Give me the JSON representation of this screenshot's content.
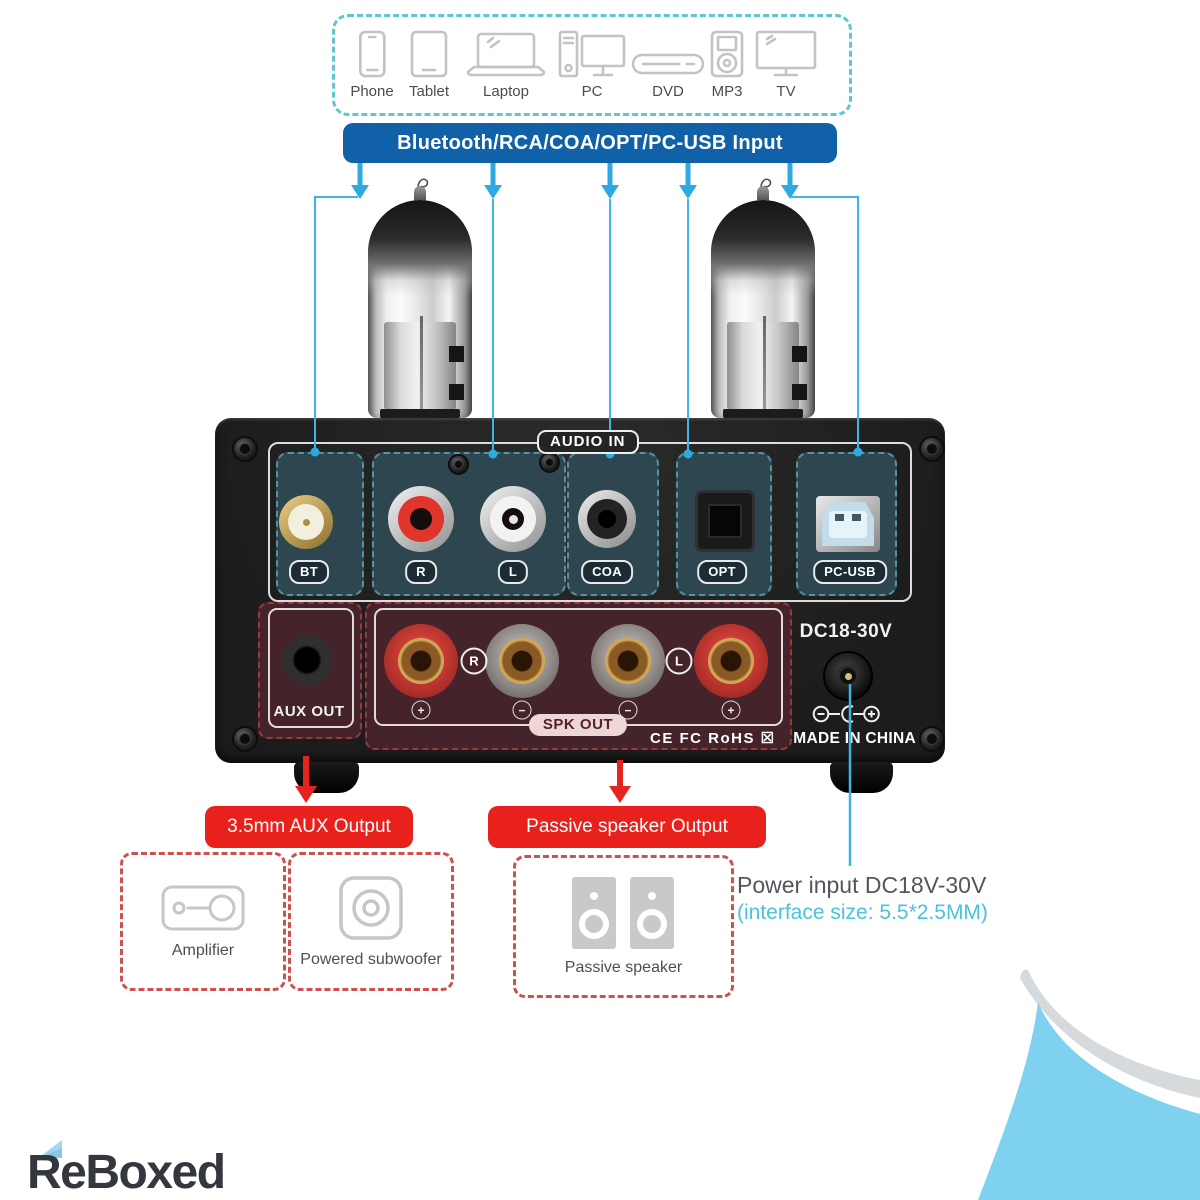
{
  "sources": {
    "devices": [
      {
        "icon": "phone-icon",
        "label": "Phone"
      },
      {
        "icon": "tablet-icon",
        "label": "Tablet"
      },
      {
        "icon": "laptop-icon",
        "label": "Laptop"
      },
      {
        "icon": "pc-icon",
        "label": "PC"
      },
      {
        "icon": "dvd-icon",
        "label": "DVD"
      },
      {
        "icon": "mp3-icon",
        "label": "MP3"
      },
      {
        "icon": "tv-icon",
        "label": "TV"
      }
    ]
  },
  "banner": {
    "label": "Bluetooth/RCA/COA/OPT/PC-USB Input"
  },
  "rear_panel": {
    "audio_in_label": "AUDIO IN",
    "inputs": [
      {
        "id": "bt",
        "label": "BT"
      },
      {
        "id": "rca-right",
        "label": "R"
      },
      {
        "id": "rca-left",
        "label": "L"
      },
      {
        "id": "coaxial",
        "label": "COA"
      },
      {
        "id": "optical",
        "label": "OPT"
      },
      {
        "id": "pc-usb",
        "label": "PC-USB"
      }
    ],
    "aux_out_label": "AUX OUT",
    "spk_out_label": "SPK OUT",
    "spk_right_mark": "R",
    "spk_left_mark": "L",
    "spk_post_signs": [
      "+",
      "−",
      "−",
      "+"
    ],
    "dc_input_label": "DC18-30V",
    "cert_marks": "CE FC RoHS ☒",
    "made_in": "MADE IN CHINA"
  },
  "callouts": {
    "aux_output": "3.5mm AUX Output",
    "speaker_output": "Passive speaker Output",
    "power_title": "Power input DC18V-30V",
    "power_note": "(interface size: 5.5*2.5MM)"
  },
  "targets": [
    {
      "icon": "amplifier-icon",
      "label": "Amplifier"
    },
    {
      "icon": "subwoofer-icon",
      "label": "Powered subwoofer"
    },
    {
      "icon": "passive-speaker-icon",
      "label": "Passive speaker"
    }
  ],
  "watermark": {
    "text": "ReBoxed"
  },
  "colors": {
    "banner_blue": "#1161a9",
    "arrow_cyan": "#2fa9e1",
    "callout_red": "#e8211d",
    "source_box_teal": "#5ec7cf",
    "target_box_red": "#d05050",
    "power_note_teal": "#49c3da",
    "panel_slate": "#2d4650",
    "panel_maroon": "#45232a"
  }
}
